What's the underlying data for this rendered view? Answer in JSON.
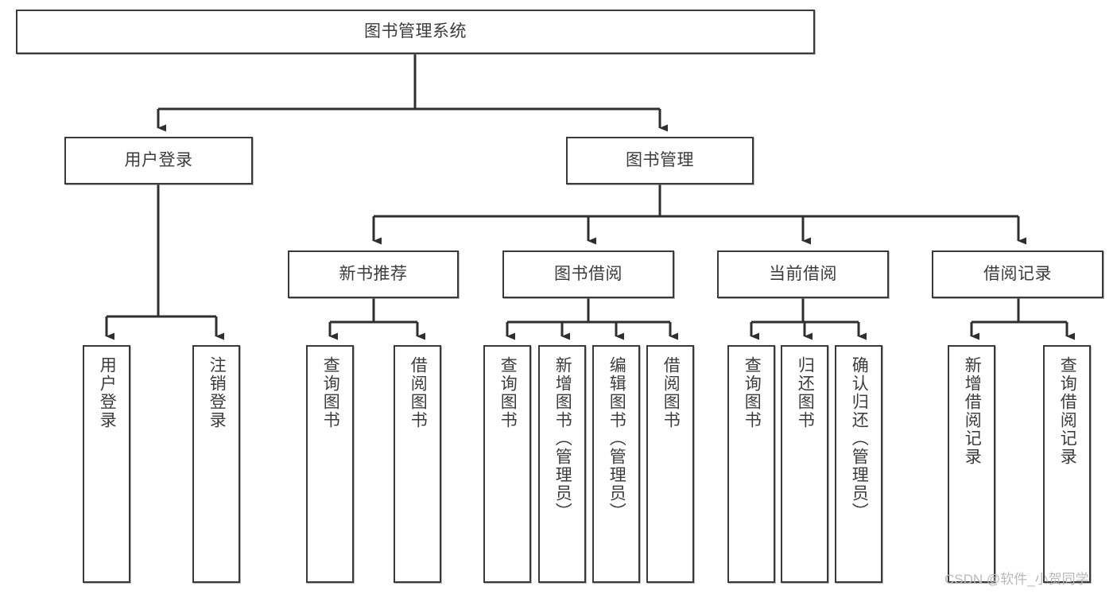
{
  "diagram": {
    "type": "hierarchy-tree",
    "title": "图书管理系统",
    "watermark": "CSDN @软件_小贺同学",
    "colors": {
      "box_border": "#3a3a3a",
      "box_fill": "#ffffff",
      "text": "#3c3c3c",
      "connector": "#2f2f2f",
      "watermark": "#b9b9b9"
    },
    "nodes": {
      "root": {
        "label": "图书管理系统"
      },
      "level2": [
        {
          "label": "用户登录"
        },
        {
          "label": "图书管理"
        }
      ],
      "level3": [
        {
          "label": "新书推荐"
        },
        {
          "label": "图书借阅"
        },
        {
          "label": "当前借阅"
        },
        {
          "label": "借阅记录"
        }
      ],
      "leaves": [
        {
          "label": "用户登录",
          "parent": "用户登录"
        },
        {
          "label": "注销登录",
          "parent": "用户登录"
        },
        {
          "label": "查询图书",
          "parent": "新书推荐"
        },
        {
          "label": "借阅图书",
          "parent": "新书推荐"
        },
        {
          "label": "查询图书",
          "parent": "图书借阅"
        },
        {
          "label": "新增图书（管理员）",
          "parent": "图书借阅"
        },
        {
          "label": "编辑图书（管理员）",
          "parent": "图书借阅"
        },
        {
          "label": "借阅图书",
          "parent": "图书借阅"
        },
        {
          "label": "查询图书",
          "parent": "当前借阅"
        },
        {
          "label": "归还图书",
          "parent": "当前借阅"
        },
        {
          "label": "确认归还（管理员）",
          "parent": "当前借阅"
        },
        {
          "label": "新增借阅记录",
          "parent": "借阅记录"
        },
        {
          "label": "查询借阅记录",
          "parent": "借阅记录"
        }
      ]
    }
  }
}
